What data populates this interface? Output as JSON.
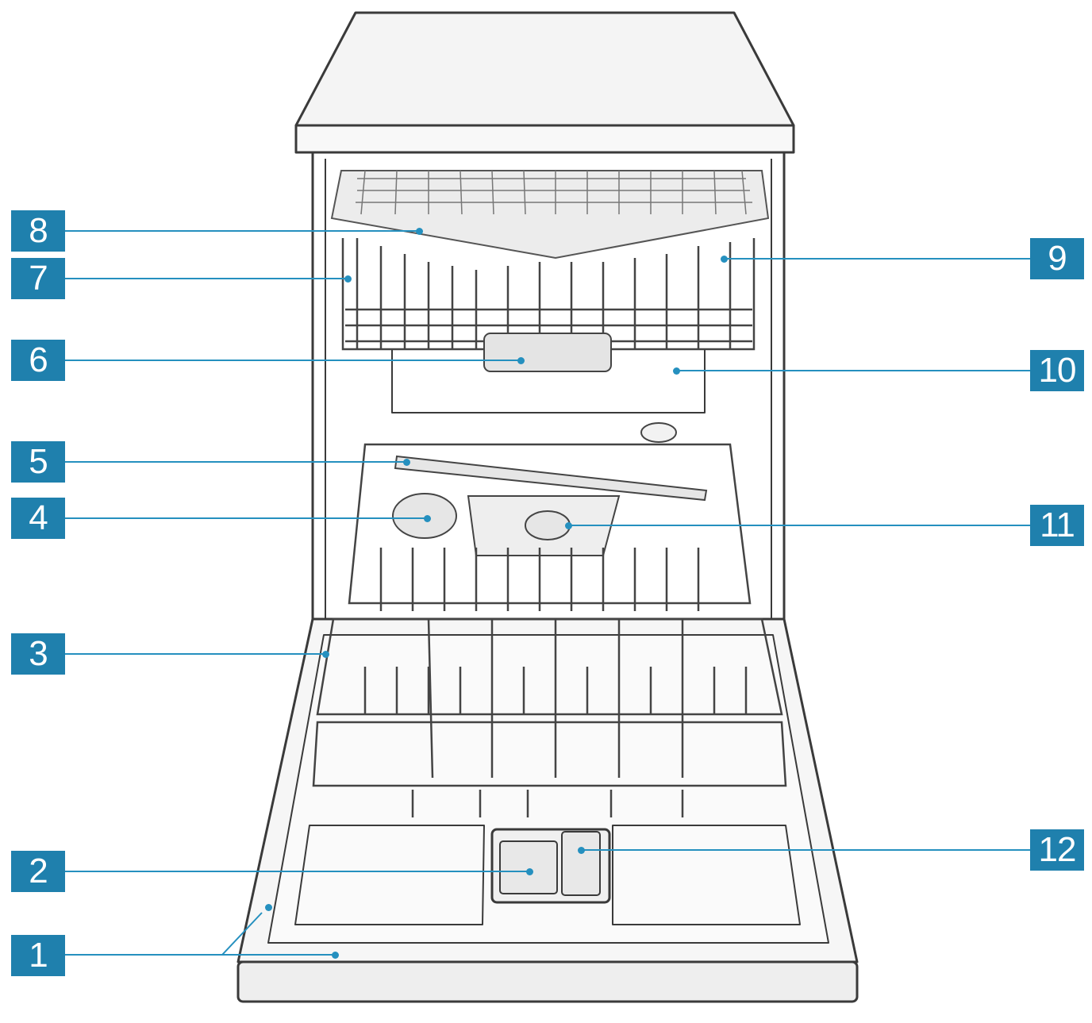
{
  "colors": {
    "badge": "#1f80ad",
    "leader": "#2590bf",
    "outline": "#3a3a3a",
    "panel": "#f2f2f2",
    "wire": "#555555"
  },
  "callouts": [
    {
      "id": "1",
      "label": "1"
    },
    {
      "id": "2",
      "label": "2"
    },
    {
      "id": "3",
      "label": "3"
    },
    {
      "id": "4",
      "label": "4"
    },
    {
      "id": "5",
      "label": "5"
    },
    {
      "id": "6",
      "label": "6"
    },
    {
      "id": "7",
      "label": "7"
    },
    {
      "id": "8",
      "label": "8"
    },
    {
      "id": "9",
      "label": "9"
    },
    {
      "id": "10",
      "label": "10"
    },
    {
      "id": "11",
      "label": "11"
    },
    {
      "id": "12",
      "label": "12"
    }
  ]
}
